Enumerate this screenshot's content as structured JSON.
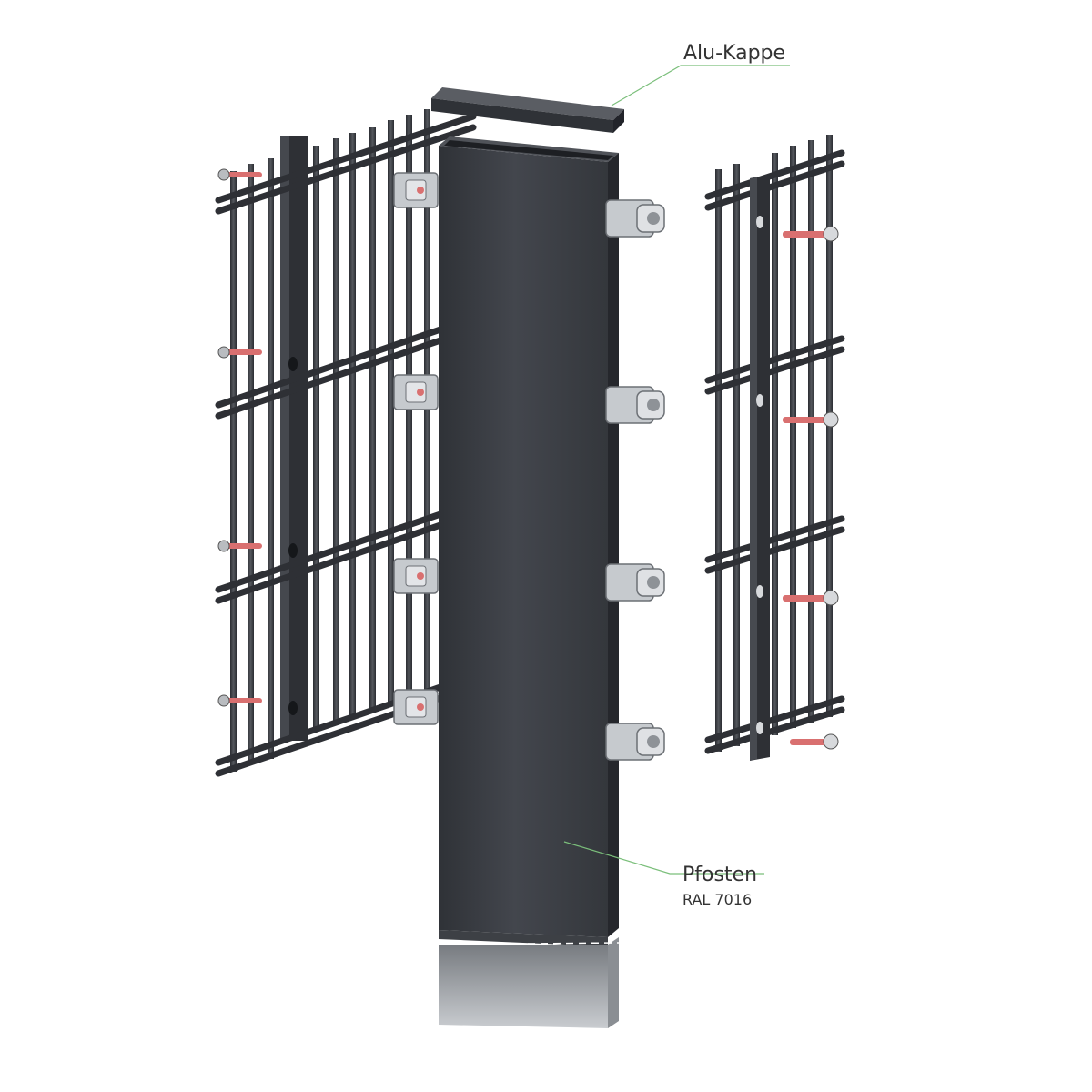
{
  "labels": {
    "cap": "Alu-Kappe",
    "post": "Pfosten",
    "post_color": "RAL 7016"
  },
  "colors": {
    "background": "#ffffff",
    "post": "#3b3e45",
    "bars": "#3a3d44",
    "cap": "#34373d",
    "clamp": "#c6cace",
    "screw": "#d97070",
    "leader_line": "#7bbf7b",
    "text": "#333333"
  },
  "icons": [
    "aluminium-cap",
    "fence-post",
    "double-rod-mesh-panel",
    "mounting-clamp",
    "screw"
  ]
}
